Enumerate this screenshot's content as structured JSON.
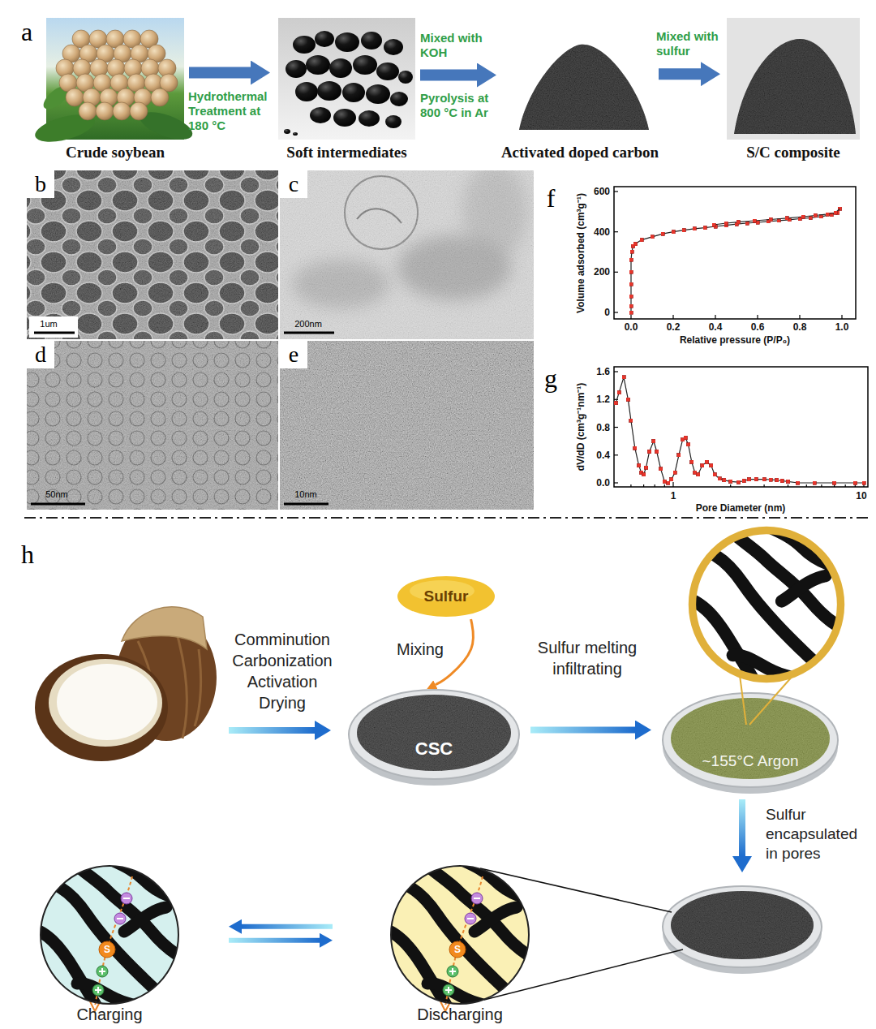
{
  "diagram": {
    "nodes": [
      {
        "text": [
          "Crude soybean"
        ]
      },
      {
        "text": [
          "Soft intermediates"
        ]
      },
      {
        "text": [
          "Activated doped carbon"
        ]
      },
      {
        "text": [
          "S/C composite"
        ]
      },
      {
        "text": [
          "Sulfur"
        ]
      },
      {
        "text": [
          "CSC"
        ]
      },
      {
        "text": [
          "~155°C Argon"
        ]
      },
      {
        "text": [
          "Charging"
        ]
      },
      {
        "text": [
          "Discharging"
        ]
      }
    ],
    "edges": [
      {
        "from": 0,
        "to": 1,
        "arrow": "to",
        "label": "Hydrothermal Treatment at 180 °C"
      },
      {
        "from": 1,
        "to": 2,
        "arrow": "to",
        "label": "Mixed with KOH"
      },
      {
        "from": 2,
        "to": 3,
        "arrow": "to",
        "label": "Mixed with sulfur"
      },
      {
        "from": 4,
        "to": 5,
        "arrow": "to",
        "label": "Mixing"
      },
      {
        "from": 5,
        "to": 6,
        "arrow": "to",
        "label": "Sulfur melting infiltrating"
      },
      {
        "from": 8,
        "to": 7,
        "arrow": "to"
      },
      {
        "from": 7,
        "to": 8,
        "arrow": "to"
      }
    ],
    "labels": [
      "a",
      "Pyrolysis at 800 °C in Ar",
      "b",
      "1um",
      "c",
      "200nm",
      "d",
      "50nm",
      "e",
      "10nm",
      "f",
      "600",
      "400",
      "200",
      "0",
      "Volume adsorbed (cm³g⁻¹)",
      "0.0",
      "0.2",
      "0.4",
      "0.6",
      "0.8",
      "1.0",
      "Relative pressure (P/P₀)",
      "g",
      "1.6",
      "1.2",
      "0.8",
      "0.4",
      "0.0",
      "dV/dD (cm³g⁻¹nm⁻¹)",
      "1",
      "10",
      "Pore Diameter (nm)",
      "h",
      "Comminution Carbonization Activation Drying",
      "Sulfur encapsulated in pores",
      "S",
      "S"
    ]
  }
}
